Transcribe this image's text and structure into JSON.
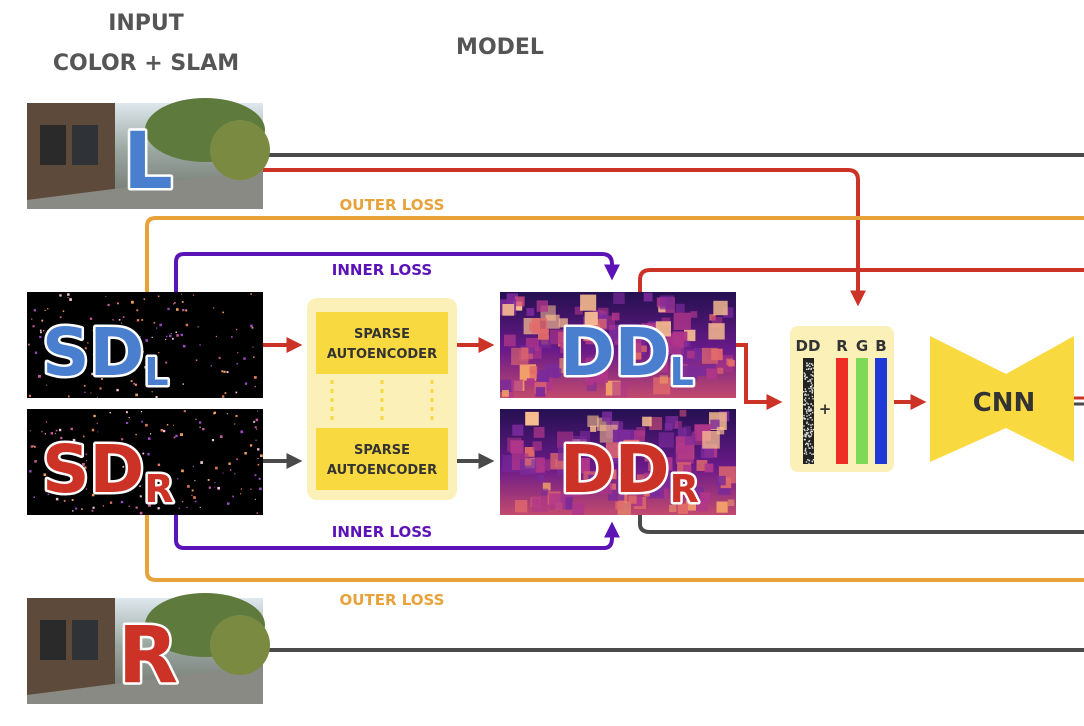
{
  "headers": {
    "input_line1": "INPUT",
    "input_line2": "COLOR + SLAM",
    "model": "MODEL"
  },
  "images": {
    "left_color": "L",
    "right_color": "R",
    "sparse_left": "SD",
    "sparse_left_sub": "L",
    "sparse_right": "SD",
    "sparse_right_sub": "R",
    "dense_left": "DD",
    "dense_left_sub": "L",
    "dense_right": "DD",
    "dense_right_sub": "R"
  },
  "autoencoder": {
    "top_line1": "SPARSE",
    "top_line2": "AUTOENCODER",
    "bottom_line1": "SPARSE",
    "bottom_line2": "AUTOENCODER"
  },
  "losses": {
    "outer_top": "OUTER LOSS",
    "inner_top": "INNER LOSS",
    "inner_bottom": "INNER LOSS",
    "outer_bottom": "OUTER LOSS"
  },
  "stack": {
    "dd": "DD",
    "r": "R",
    "g": "G",
    "b": "B",
    "plus": "+"
  },
  "cnn_label": "CNN",
  "colors": {
    "outer_loss": "#e8a23a",
    "inner_loss": "#5b13b8",
    "red_arrow": "#cc3326",
    "gray_arrow": "#4a4a4a",
    "letter_blue": "#4a7fd0",
    "letter_red": "#cc3326",
    "ae_fill": "#f8d940",
    "ae_panel": "#fbf0b8",
    "cnn_fill": "#f8d940",
    "dense_bg": "#3b0a6b"
  }
}
